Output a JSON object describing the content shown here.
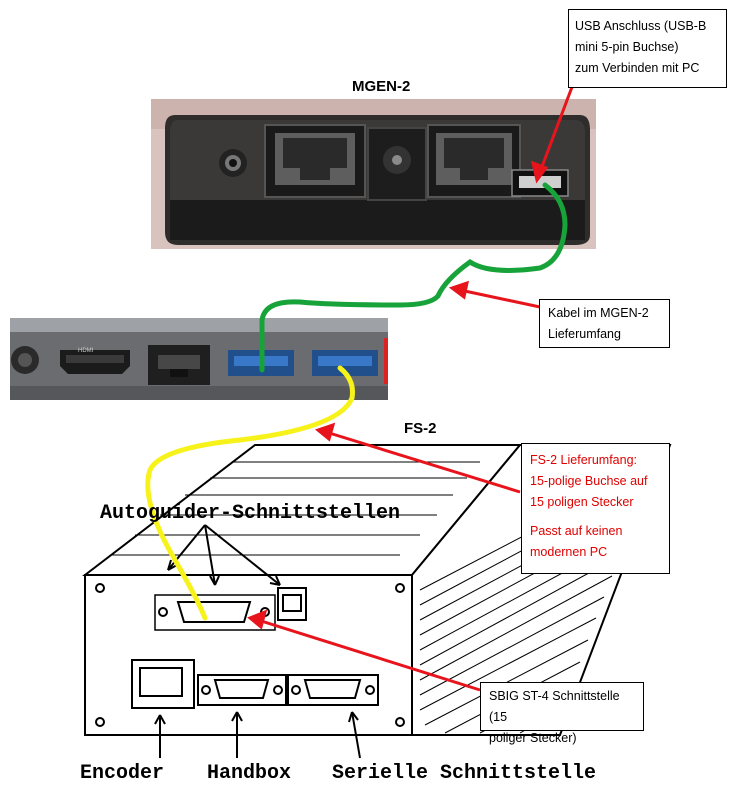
{
  "titles": {
    "mgen": "MGEN-2",
    "fs": "FS-2"
  },
  "callouts": {
    "usb": [
      "USB Anschluss (USB-B",
      "mini 5-pin Buchse)",
      "zum Verbinden mit PC"
    ],
    "cable": [
      "Kabel  im MGEN-2",
      "Lieferumfang"
    ],
    "fs2": [
      "FS-2 Lieferumfang:",
      "15-polige Buchse auf",
      "15 poligen Stecker",
      "Passt auf keinen",
      "modernen PC"
    ],
    "sbig": [
      "SBIG ST-4 Schnittstelle (15",
      "poliger Stecker)"
    ]
  },
  "labels": {
    "autoguider": "Autoguider-Schnittstellen",
    "encoder": "Encoder",
    "handbox": "Handbox",
    "serial": "Serielle Schnittstelle",
    "hdmi": "HDMI"
  },
  "colors": {
    "arrow_red": "#e8141c",
    "cable_green": "#17a33a",
    "cable_yellow": "#f7f21a",
    "callout_red_text": "#e00000"
  }
}
